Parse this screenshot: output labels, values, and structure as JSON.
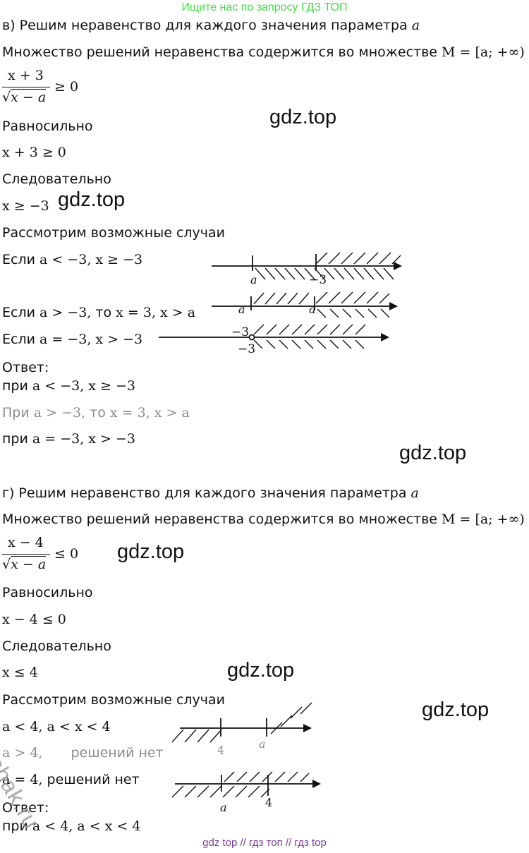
{
  "banner": "Ищите нас по запросу ГДЗ ТОП",
  "watermark": "gdz.top",
  "reshak": "reshak.ru",
  "footer": "gdz top  //  гдз топ  //  гдз top",
  "part_v": {
    "heading_prefix": "в) Решим неравенство  для каждого значения параметра ",
    "param": "a",
    "set_text": "Множество решений неравенства содержится во множестве ",
    "set_expr": "M = [a; +∞)",
    "frac_num": "x + 3",
    "frac_den": "√x − a",
    "frac_rhs": "≥ 0",
    "equiv": "Равносильно",
    "ineq1": "x + 3 ≥ 0",
    "hence": "Следовательно",
    "ineq2": "x ≥ −3",
    "cases": "Рассмотрим возможные случаи",
    "case1_prefix": "Если ",
    "case1_math": "a < −3, x ≥ −3",
    "case2_prefix": "Если ",
    "case2_math": "a > −3,",
    "case2_mid": " то ",
    "case2_tail": "x = 3, x > a",
    "case3_prefix": "Если ",
    "case3_math": "a = −3, x > −3",
    "answer": "Ответ:",
    "ans1_prefix": "при ",
    "ans1_math": "a < −3, x ≥ −3",
    "ans2_prefix": "При ",
    "ans2_math": "a > −3,",
    "ans2_mid": " то ",
    "ans2_tail": "x = 3, x > a",
    "ans3_prefix": "при ",
    "ans3_math": "a = −3, x > −3",
    "diagram_labels": {
      "d1_a": "a",
      "d1_m3": "−3",
      "d2_a1": "a",
      "d2_a2": "a",
      "d3_m3_top": "−3",
      "d3_m3_bottom": "−3"
    }
  },
  "part_g": {
    "heading_prefix": "г) Решим неравенство  для каждого значения параметра ",
    "param": "a",
    "set_text": "Множество решений неравенства содержится во множестве ",
    "set_expr": "M = [a; +∞)",
    "frac_num": "x − 4",
    "frac_den": "√x − a",
    "frac_rhs": "≤ 0",
    "equiv": "Равносильно",
    "ineq1": "x − 4 ≤ 0",
    "hence": "Следовательно",
    "ineq2": "x ≤ 4",
    "cases": "Рассмотрим возможные случаи",
    "case1_math": "a < 4, a < x < 4",
    "case2_math": "a > 4,",
    "case2_text": "решений нет",
    "case3_math": "a = 4,",
    "case3_text": " решений нет",
    "answer": "Ответ:",
    "ans1_prefix": "при ",
    "ans1_math": "a < 4, a < x < 4",
    "diagram_labels": {
      "d1_4": "4",
      "d1_a": "a",
      "d3_a": "a",
      "d3_4": "4"
    }
  }
}
